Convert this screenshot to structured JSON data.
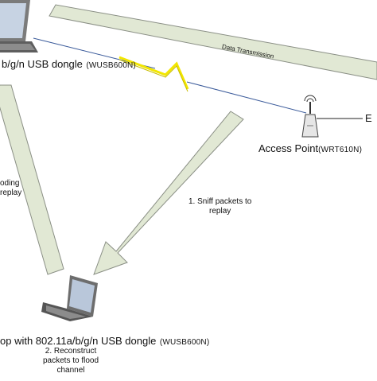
{
  "data_transmission_label": "Data Transmission",
  "top_laptop": {
    "label": "b/g/n USB dongle",
    "model": "(WUSB600N)"
  },
  "access_point": {
    "label": "Access Point",
    "model": "(WRT610N)",
    "edge_letter": "E"
  },
  "bottom_laptop": {
    "label": "op with 802.11a/b/g/n USB dongle",
    "model": "(WUSB600N)"
  },
  "step1": {
    "line1": "1. Sniff packets to",
    "line2": "replay"
  },
  "step2": {
    "line1": "2. Reconstruct",
    "line2": "packets to flood",
    "line3": "channel"
  },
  "left_note": {
    "line1": "oding",
    "line2": "replay"
  },
  "colors": {
    "arrow_fill": "#e1e8d4",
    "arrow_stroke": "#8a8f85",
    "lightning": "#f2e600",
    "wire": "#3a5a9a",
    "laptop_screen": "#b9c7da",
    "laptop_body": "#6d6d6d"
  }
}
